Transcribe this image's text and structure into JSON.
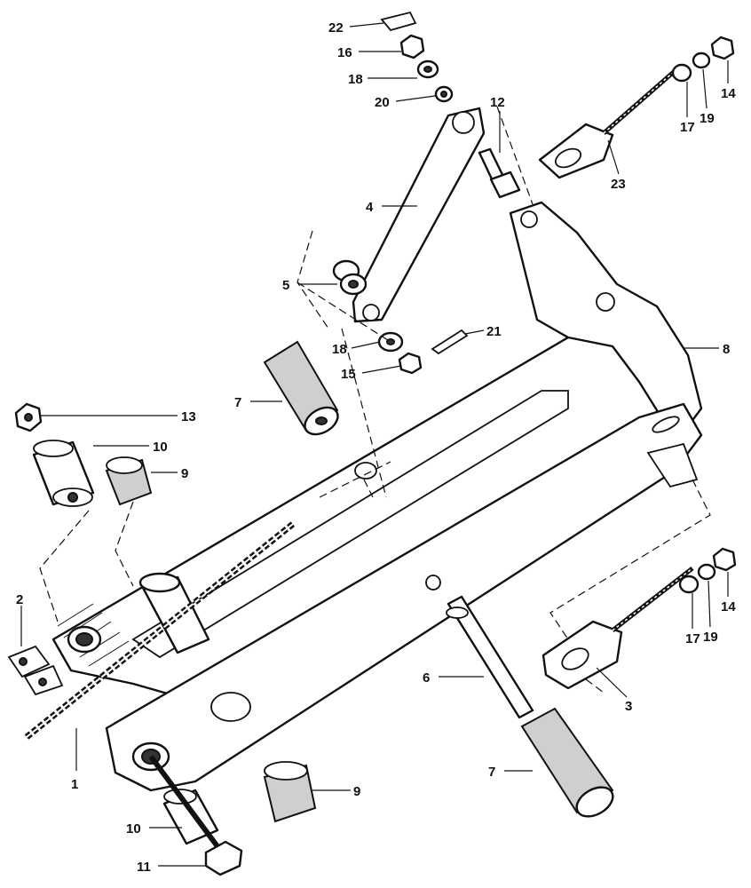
{
  "labels": {
    "l1": "1",
    "l2": "2",
    "l3": "3",
    "l4": "4",
    "l5": "5",
    "l6": "6",
    "l7a": "7",
    "l7b": "7",
    "l8": "8",
    "l9a": "9",
    "l9b": "9",
    "l10a": "10",
    "l10b": "10",
    "l11": "11",
    "l12": "12",
    "l13": "13",
    "l14a": "14",
    "l14b": "14",
    "l15": "15",
    "l16": "16",
    "l17a": "17",
    "l17b": "17",
    "l18a": "18",
    "l18b": "18",
    "l19a": "19",
    "l19b": "19",
    "l20": "20",
    "l21": "21",
    "l22": "22",
    "l23": "23"
  },
  "colors": {
    "ink": "#111111",
    "paper": "#ffffff",
    "shade": "#cfcfcf"
  }
}
